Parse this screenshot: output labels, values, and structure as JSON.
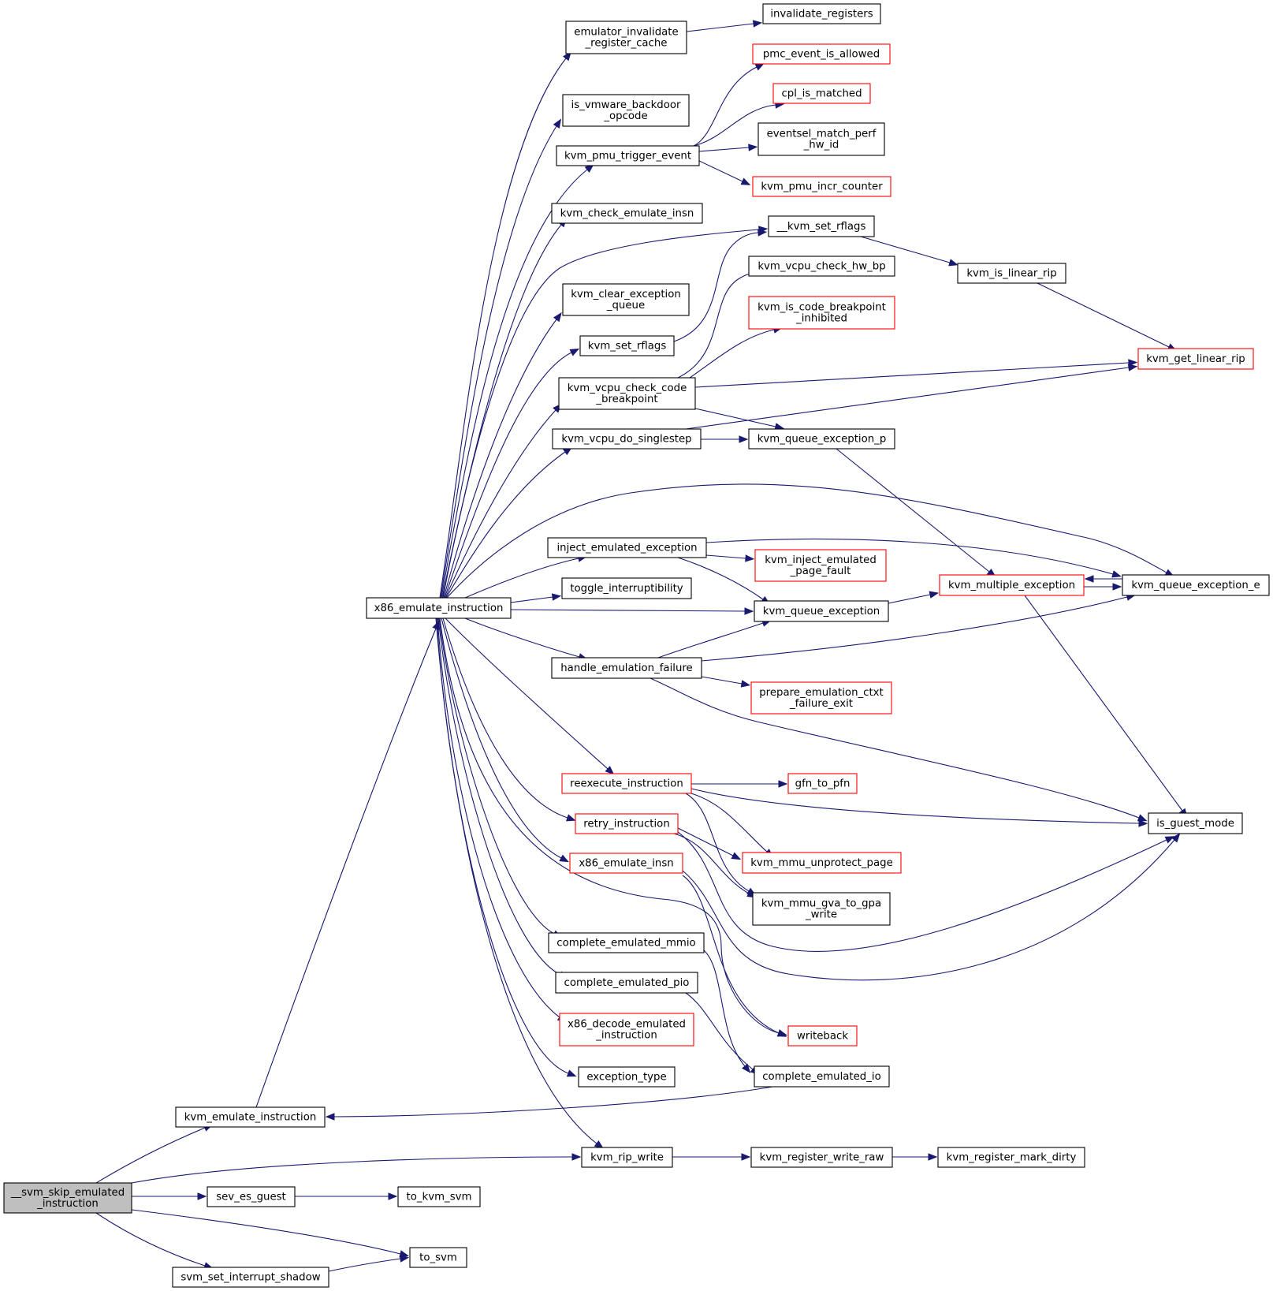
{
  "colors": {
    "edge": "#191970",
    "border_normal": "#000000",
    "border_truncated": "#ff0000",
    "root_fill": "#bfbfbf",
    "node_fill": "#ffffff"
  },
  "nodes": [
    {
      "id": "svm_skip",
      "lines": [
        "__svm_skip_emulated",
        "_instruction"
      ],
      "kind": "root"
    },
    {
      "id": "kvm_emulate_instruction",
      "lines": [
        "kvm_emulate_instruction"
      ],
      "kind": "normal"
    },
    {
      "id": "kvm_rip_write",
      "lines": [
        "kvm_rip_write"
      ],
      "kind": "normal"
    },
    {
      "id": "sev_es_guest",
      "lines": [
        "sev_es_guest"
      ],
      "kind": "normal"
    },
    {
      "id": "to_svm",
      "lines": [
        "to_svm"
      ],
      "kind": "normal"
    },
    {
      "id": "svm_set_interrupt_shadow",
      "lines": [
        "svm_set_interrupt_shadow"
      ],
      "kind": "normal"
    },
    {
      "id": "to_kvm_svm",
      "lines": [
        "to_kvm_svm"
      ],
      "kind": "normal"
    },
    {
      "id": "kvm_register_write_raw",
      "lines": [
        "kvm_register_write_raw"
      ],
      "kind": "normal"
    },
    {
      "id": "kvm_register_mark_dirty",
      "lines": [
        "kvm_register_mark_dirty"
      ],
      "kind": "normal"
    },
    {
      "id": "x86_emulate_instruction",
      "lines": [
        "x86_emulate_instruction"
      ],
      "kind": "normal"
    },
    {
      "id": "emulator_invalidate",
      "lines": [
        "emulator_invalidate",
        "_register_cache"
      ],
      "kind": "normal"
    },
    {
      "id": "invalidate_registers",
      "lines": [
        "invalidate_registers"
      ],
      "kind": "normal"
    },
    {
      "id": "is_vmware_backdoor",
      "lines": [
        "is_vmware_backdoor",
        "_opcode"
      ],
      "kind": "normal"
    },
    {
      "id": "kvm_pmu_trigger_event",
      "lines": [
        "kvm_pmu_trigger_event"
      ],
      "kind": "normal"
    },
    {
      "id": "pmc_event_is_allowed",
      "lines": [
        "pmc_event_is_allowed"
      ],
      "kind": "truncated"
    },
    {
      "id": "cpl_is_matched",
      "lines": [
        "cpl_is_matched"
      ],
      "kind": "truncated"
    },
    {
      "id": "eventsel_match_perf",
      "lines": [
        "eventsel_match_perf",
        "_hw_id"
      ],
      "kind": "normal"
    },
    {
      "id": "kvm_pmu_incr_counter",
      "lines": [
        "kvm_pmu_incr_counter"
      ],
      "kind": "truncated"
    },
    {
      "id": "kvm_check_emulate_insn",
      "lines": [
        "kvm_check_emulate_insn"
      ],
      "kind": "normal"
    },
    {
      "id": "__kvm_set_rflags",
      "lines": [
        "__kvm_set_rflags"
      ],
      "kind": "normal"
    },
    {
      "id": "kvm_is_linear_rip",
      "lines": [
        "kvm_is_linear_rip"
      ],
      "kind": "normal"
    },
    {
      "id": "kvm_vcpu_check_hw_bp",
      "lines": [
        "kvm_vcpu_check_hw_bp"
      ],
      "kind": "normal"
    },
    {
      "id": "kvm_clear_exception_queue",
      "lines": [
        "kvm_clear_exception",
        "_queue"
      ],
      "kind": "normal"
    },
    {
      "id": "kvm_is_code_breakpoint",
      "lines": [
        "kvm_is_code_breakpoint",
        "_inhibited"
      ],
      "kind": "truncated"
    },
    {
      "id": "kvm_set_rflags",
      "lines": [
        "kvm_set_rflags"
      ],
      "kind": "normal"
    },
    {
      "id": "kvm_get_linear_rip",
      "lines": [
        "kvm_get_linear_rip"
      ],
      "kind": "truncated"
    },
    {
      "id": "kvm_vcpu_check_code_bp",
      "lines": [
        "kvm_vcpu_check_code",
        "_breakpoint"
      ],
      "kind": "normal"
    },
    {
      "id": "kvm_vcpu_do_singlestep",
      "lines": [
        "kvm_vcpu_do_singlestep"
      ],
      "kind": "normal"
    },
    {
      "id": "kvm_queue_exception_p",
      "lines": [
        "kvm_queue_exception_p"
      ],
      "kind": "normal"
    },
    {
      "id": "inject_emulated_exception",
      "lines": [
        "inject_emulated_exception"
      ],
      "kind": "normal"
    },
    {
      "id": "kvm_inject_emulated_pf",
      "lines": [
        "kvm_inject_emulated",
        "_page_fault"
      ],
      "kind": "truncated"
    },
    {
      "id": "toggle_interruptibility",
      "lines": [
        "toggle_interruptibility"
      ],
      "kind": "normal"
    },
    {
      "id": "kvm_multiple_exception",
      "lines": [
        "kvm_multiple_exception"
      ],
      "kind": "truncated"
    },
    {
      "id": "kvm_queue_exception_e",
      "lines": [
        "kvm_queue_exception_e"
      ],
      "kind": "normal"
    },
    {
      "id": "kvm_queue_exception",
      "lines": [
        "kvm_queue_exception"
      ],
      "kind": "normal"
    },
    {
      "id": "handle_emulation_failure",
      "lines": [
        "handle_emulation_failure"
      ],
      "kind": "normal"
    },
    {
      "id": "prepare_emulation_ctxt",
      "lines": [
        "prepare_emulation_ctxt",
        "_failure_exit"
      ],
      "kind": "truncated"
    },
    {
      "id": "reexecute_instruction",
      "lines": [
        "reexecute_instruction"
      ],
      "kind": "truncated"
    },
    {
      "id": "gfn_to_pfn",
      "lines": [
        "gfn_to_pfn"
      ],
      "kind": "truncated"
    },
    {
      "id": "is_guest_mode",
      "lines": [
        "is_guest_mode"
      ],
      "kind": "normal"
    },
    {
      "id": "retry_instruction",
      "lines": [
        "retry_instruction"
      ],
      "kind": "truncated"
    },
    {
      "id": "kvm_mmu_unprotect_page",
      "lines": [
        "kvm_mmu_unprotect_page"
      ],
      "kind": "truncated"
    },
    {
      "id": "x86_emulate_insn",
      "lines": [
        "x86_emulate_insn"
      ],
      "kind": "truncated"
    },
    {
      "id": "kvm_mmu_gva_to_gpa_write",
      "lines": [
        "kvm_mmu_gva_to_gpa",
        "_write"
      ],
      "kind": "normal"
    },
    {
      "id": "complete_emulated_mmio",
      "lines": [
        "complete_emulated_mmio"
      ],
      "kind": "normal"
    },
    {
      "id": "complete_emulated_pio",
      "lines": [
        "complete_emulated_pio"
      ],
      "kind": "normal"
    },
    {
      "id": "writeback",
      "lines": [
        "writeback"
      ],
      "kind": "truncated"
    },
    {
      "id": "x86_decode_emulated",
      "lines": [
        "x86_decode_emulated",
        "_instruction"
      ],
      "kind": "truncated"
    },
    {
      "id": "exception_type",
      "lines": [
        "exception_type"
      ],
      "kind": "normal"
    },
    {
      "id": "complete_emulated_io",
      "lines": [
        "complete_emulated_io"
      ],
      "kind": "normal"
    }
  ],
  "edges": [
    [
      "svm_skip",
      "kvm_emulate_instruction"
    ],
    [
      "svm_skip",
      "kvm_rip_write"
    ],
    [
      "svm_skip",
      "sev_es_guest"
    ],
    [
      "svm_skip",
      "to_svm"
    ],
    [
      "svm_skip",
      "svm_set_interrupt_shadow"
    ],
    [
      "sev_es_guest",
      "to_kvm_svm"
    ],
    [
      "svm_set_interrupt_shadow",
      "to_svm"
    ],
    [
      "kvm_rip_write",
      "kvm_register_write_raw"
    ],
    [
      "kvm_register_write_raw",
      "kvm_register_mark_dirty"
    ],
    [
      "kvm_emulate_instruction",
      "x86_emulate_instruction"
    ],
    [
      "complete_emulated_io",
      "kvm_emulate_instruction"
    ],
    [
      "x86_emulate_instruction",
      "emulator_invalidate"
    ],
    [
      "x86_emulate_instruction",
      "is_vmware_backdoor"
    ],
    [
      "x86_emulate_instruction",
      "kvm_pmu_trigger_event"
    ],
    [
      "x86_emulate_instruction",
      "kvm_check_emulate_insn"
    ],
    [
      "x86_emulate_instruction",
      "__kvm_set_rflags"
    ],
    [
      "x86_emulate_instruction",
      "kvm_clear_exception_queue"
    ],
    [
      "x86_emulate_instruction",
      "kvm_set_rflags"
    ],
    [
      "x86_emulate_instruction",
      "kvm_vcpu_check_code_bp"
    ],
    [
      "x86_emulate_instruction",
      "kvm_vcpu_do_singlestep"
    ],
    [
      "x86_emulate_instruction",
      "kvm_queue_exception_e"
    ],
    [
      "x86_emulate_instruction",
      "inject_emulated_exception"
    ],
    [
      "x86_emulate_instruction",
      "toggle_interruptibility"
    ],
    [
      "x86_emulate_instruction",
      "kvm_queue_exception"
    ],
    [
      "x86_emulate_instruction",
      "handle_emulation_failure"
    ],
    [
      "x86_emulate_instruction",
      "reexecute_instruction"
    ],
    [
      "x86_emulate_instruction",
      "retry_instruction"
    ],
    [
      "x86_emulate_instruction",
      "x86_emulate_insn"
    ],
    [
      "x86_emulate_instruction",
      "writeback"
    ],
    [
      "x86_emulate_instruction",
      "complete_emulated_mmio"
    ],
    [
      "x86_emulate_instruction",
      "complete_emulated_pio"
    ],
    [
      "x86_emulate_instruction",
      "x86_decode_emulated"
    ],
    [
      "x86_emulate_instruction",
      "exception_type"
    ],
    [
      "x86_emulate_instruction",
      "kvm_rip_write"
    ],
    [
      "emulator_invalidate",
      "invalidate_registers"
    ],
    [
      "kvm_pmu_trigger_event",
      "pmc_event_is_allowed"
    ],
    [
      "kvm_pmu_trigger_event",
      "cpl_is_matched"
    ],
    [
      "kvm_pmu_trigger_event",
      "eventsel_match_perf"
    ],
    [
      "kvm_pmu_trigger_event",
      "kvm_pmu_incr_counter"
    ],
    [
      "kvm_set_rflags",
      "__kvm_set_rflags"
    ],
    [
      "__kvm_set_rflags",
      "kvm_is_linear_rip"
    ],
    [
      "kvm_is_linear_rip",
      "kvm_get_linear_rip"
    ],
    [
      "kvm_vcpu_check_code_bp",
      "kvm_vcpu_check_hw_bp"
    ],
    [
      "kvm_vcpu_check_code_bp",
      "kvm_is_code_breakpoint"
    ],
    [
      "kvm_vcpu_check_code_bp",
      "kvm_get_linear_rip"
    ],
    [
      "kvm_vcpu_check_code_bp",
      "kvm_queue_exception_p"
    ],
    [
      "kvm_vcpu_do_singlestep",
      "kvm_get_linear_rip"
    ],
    [
      "kvm_vcpu_do_singlestep",
      "kvm_queue_exception_p"
    ],
    [
      "kvm_queue_exception_p",
      "kvm_multiple_exception"
    ],
    [
      "inject_emulated_exception",
      "kvm_inject_emulated_pf"
    ],
    [
      "inject_emulated_exception",
      "kvm_queue_exception_e"
    ],
    [
      "inject_emulated_exception",
      "kvm_queue_exception"
    ],
    [
      "kvm_queue_exception",
      "kvm_multiple_exception"
    ],
    [
      "kvm_queue_exception_e",
      "kvm_multiple_exception"
    ],
    [
      "kvm_multiple_exception",
      "kvm_queue_exception_e"
    ],
    [
      "kvm_multiple_exception",
      "is_guest_mode"
    ],
    [
      "handle_emulation_failure",
      "kvm_queue_exception"
    ],
    [
      "handle_emulation_failure",
      "kvm_queue_exception_e"
    ],
    [
      "handle_emulation_failure",
      "prepare_emulation_ctxt"
    ],
    [
      "handle_emulation_failure",
      "is_guest_mode"
    ],
    [
      "reexecute_instruction",
      "gfn_to_pfn"
    ],
    [
      "reexecute_instruction",
      "is_guest_mode"
    ],
    [
      "reexecute_instruction",
      "kvm_mmu_unprotect_page"
    ],
    [
      "reexecute_instruction",
      "kvm_mmu_gva_to_gpa_write"
    ],
    [
      "retry_instruction",
      "kvm_mmu_unprotect_page"
    ],
    [
      "retry_instruction",
      "kvm_mmu_gva_to_gpa_write"
    ],
    [
      "retry_instruction",
      "is_guest_mode"
    ],
    [
      "x86_emulate_insn",
      "writeback"
    ],
    [
      "x86_emulate_insn",
      "is_guest_mode"
    ],
    [
      "complete_emulated_mmio",
      "complete_emulated_io"
    ],
    [
      "complete_emulated_pio",
      "complete_emulated_io"
    ]
  ]
}
